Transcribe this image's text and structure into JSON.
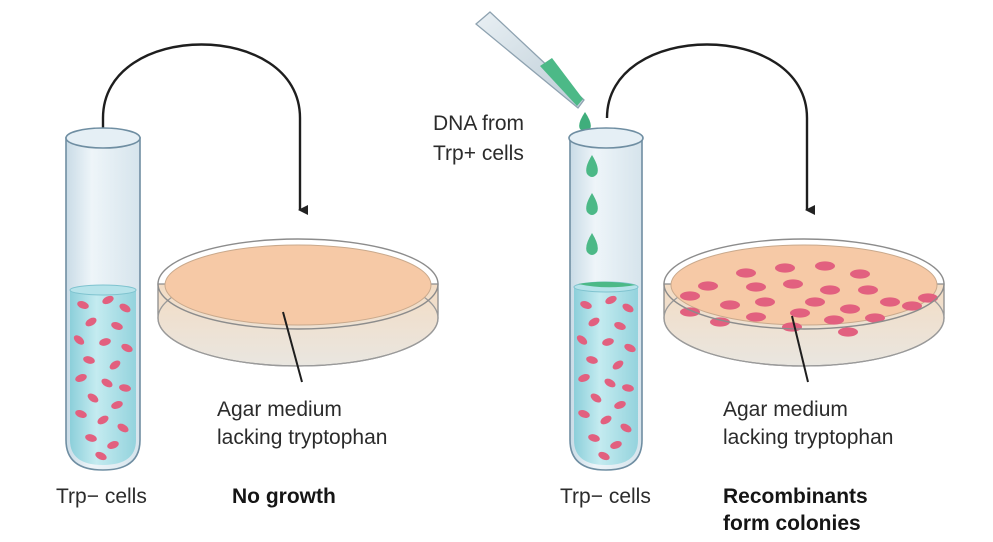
{
  "left_panel": {
    "tube_label": "Trp− cells",
    "plate_label_line1": "Agar medium",
    "plate_label_line2": "lacking tryptophan",
    "result": "No growth"
  },
  "right_panel": {
    "dna_label_line1": "DNA from",
    "dna_label_line2": "Trp+ cells",
    "tube_label": "Trp− cells",
    "plate_label_line1": "Agar medium",
    "plate_label_line2": "lacking tryptophan",
    "result_line1": "Recombinants",
    "result_line2": "form colonies"
  },
  "colors": {
    "cell": "#e2607f",
    "medium": "#a9dbe3",
    "agar": "#f6c9a6",
    "dna_drop": "#4cb987"
  }
}
